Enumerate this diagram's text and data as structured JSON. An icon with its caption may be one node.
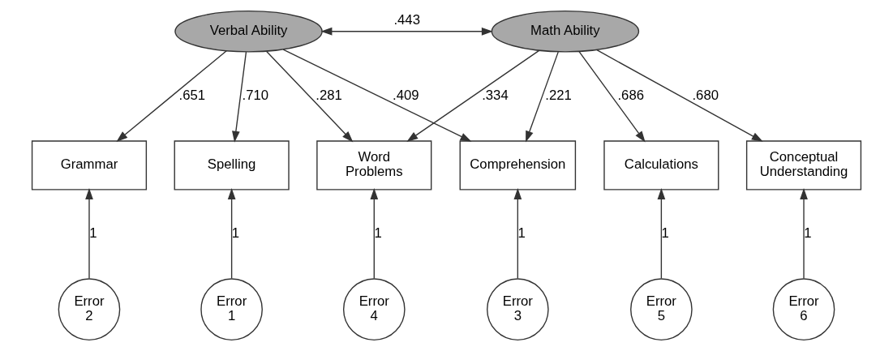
{
  "diagram": {
    "nodes": [
      {
        "text": [
          "Verbal Ability"
        ]
      },
      {
        "text": [
          "Math Ability"
        ]
      },
      {
        "text": [
          "Spelling"
        ]
      },
      {
        "text": [
          "Grammar"
        ]
      },
      {
        "text": [
          "Comprehension"
        ]
      },
      {
        "text": [
          "Word Problems"
        ]
      },
      {
        "text": [
          "Calculations"
        ]
      },
      {
        "text": [
          "Conceptual Understanding"
        ]
      },
      {
        "text": [
          "Error 1"
        ]
      },
      {
        "text": [
          "Error 2"
        ]
      },
      {
        "text": [
          "Error 3"
        ]
      },
      {
        "text": [
          "Error 4"
        ]
      },
      {
        "text": [
          "Error 5"
        ]
      },
      {
        "text": [
          "Error 6"
        ]
      }
    ],
    "edges": [
      {
        "from": 0,
        "to": 1,
        "arrow": "both",
        "label": ".443"
      },
      {
        "from": 0,
        "to": 2,
        "arrow": "to",
        "label": ".710"
      },
      {
        "from": 0,
        "to": 3,
        "arrow": "to",
        "label": ".651"
      },
      {
        "from": 0,
        "to": 4,
        "arrow": "to",
        "label": ".409"
      },
      {
        "from": 0,
        "to": 5,
        "arrow": "to",
        "label": ".281"
      },
      {
        "from": 1,
        "to": 4,
        "arrow": "to",
        "label": ".221"
      },
      {
        "from": 1,
        "to": 5,
        "arrow": "to",
        "label": ".334"
      },
      {
        "from": 1,
        "to": 6,
        "arrow": "to",
        "label": ".686"
      },
      {
        "from": 1,
        "to": 7,
        "arrow": "to",
        "label": ".680"
      },
      {
        "from": 8,
        "to": 2,
        "arrow": "to",
        "label": "1"
      },
      {
        "from": 9,
        "to": 3,
        "arrow": "to",
        "label": "1"
      },
      {
        "from": 10,
        "to": 4,
        "arrow": "to",
        "label": "1"
      },
      {
        "from": 11,
        "to": 5,
        "arrow": "to",
        "label": "1"
      },
      {
        "from": 12,
        "to": 6,
        "arrow": "to",
        "label": "1"
      },
      {
        "from": 13,
        "to": 7,
        "arrow": "to",
        "label": "1"
      }
    ]
  }
}
